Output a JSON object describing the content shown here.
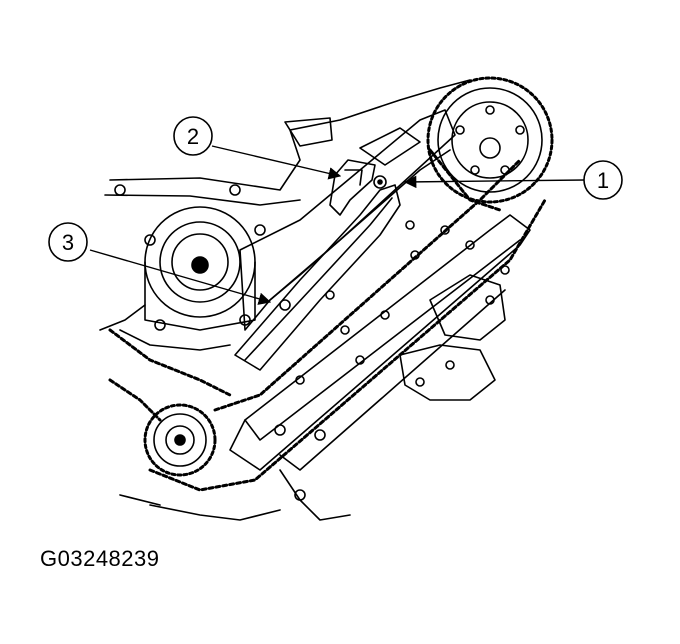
{
  "figure": {
    "id": "G03248239",
    "callouts": [
      {
        "number": "1"
      },
      {
        "number": "2"
      },
      {
        "number": "3"
      }
    ]
  },
  "colors": {
    "ink": "#000000",
    "background": "#ffffff"
  }
}
